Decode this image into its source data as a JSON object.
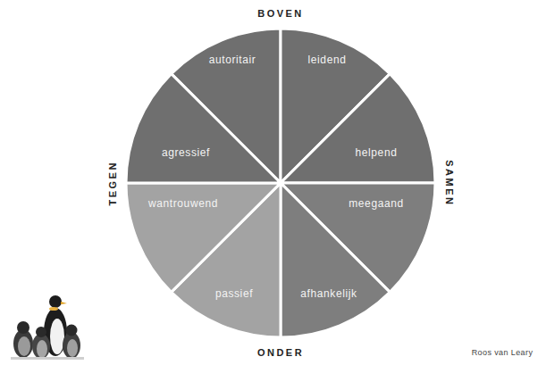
{
  "diagram": {
    "caption": "Roos van Leary",
    "nodes": [
      {
        "text": [
          "autoritair"
        ]
      },
      {
        "text": [
          "leidend"
        ]
      },
      {
        "text": [
          "helpend"
        ]
      },
      {
        "text": [
          "meegaand"
        ]
      },
      {
        "text": [
          "afhankelijk"
        ]
      },
      {
        "text": [
          "passief"
        ]
      },
      {
        "text": [
          "wantrouwend"
        ]
      },
      {
        "text": [
          "agressief"
        ]
      }
    ],
    "labels": [
      "BOVEN",
      "SAMEN",
      "ONDER",
      "TEGEN"
    ]
  }
}
